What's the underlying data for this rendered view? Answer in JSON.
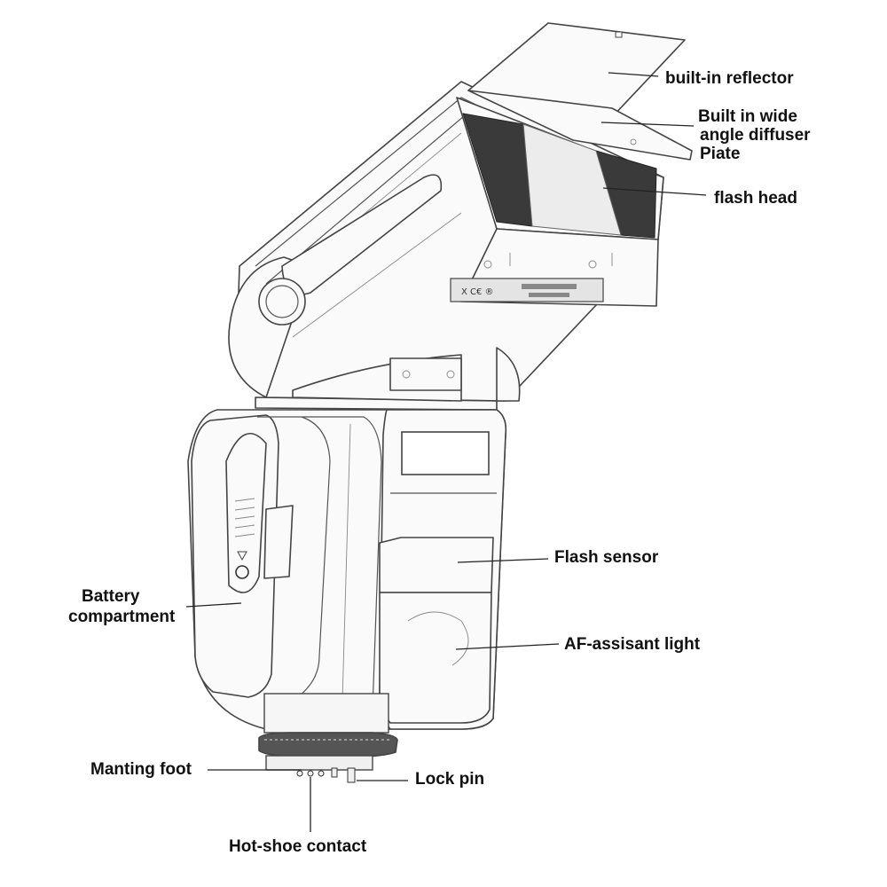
{
  "labels": {
    "reflector": "built-in reflector",
    "diffuser_1": "Built in wide",
    "diffuser_2": "angle diffuser",
    "diffuser_3": "Piate",
    "flash_head": "flash head",
    "flash_sensor": "Flash sensor",
    "battery_1": "Battery",
    "battery_2": "compartment",
    "af_light": "AF-assisant light",
    "mounting_foot": "Manting foot",
    "lock_pin": "Lock pin",
    "hot_shoe": "Hot-shoe contact"
  }
}
